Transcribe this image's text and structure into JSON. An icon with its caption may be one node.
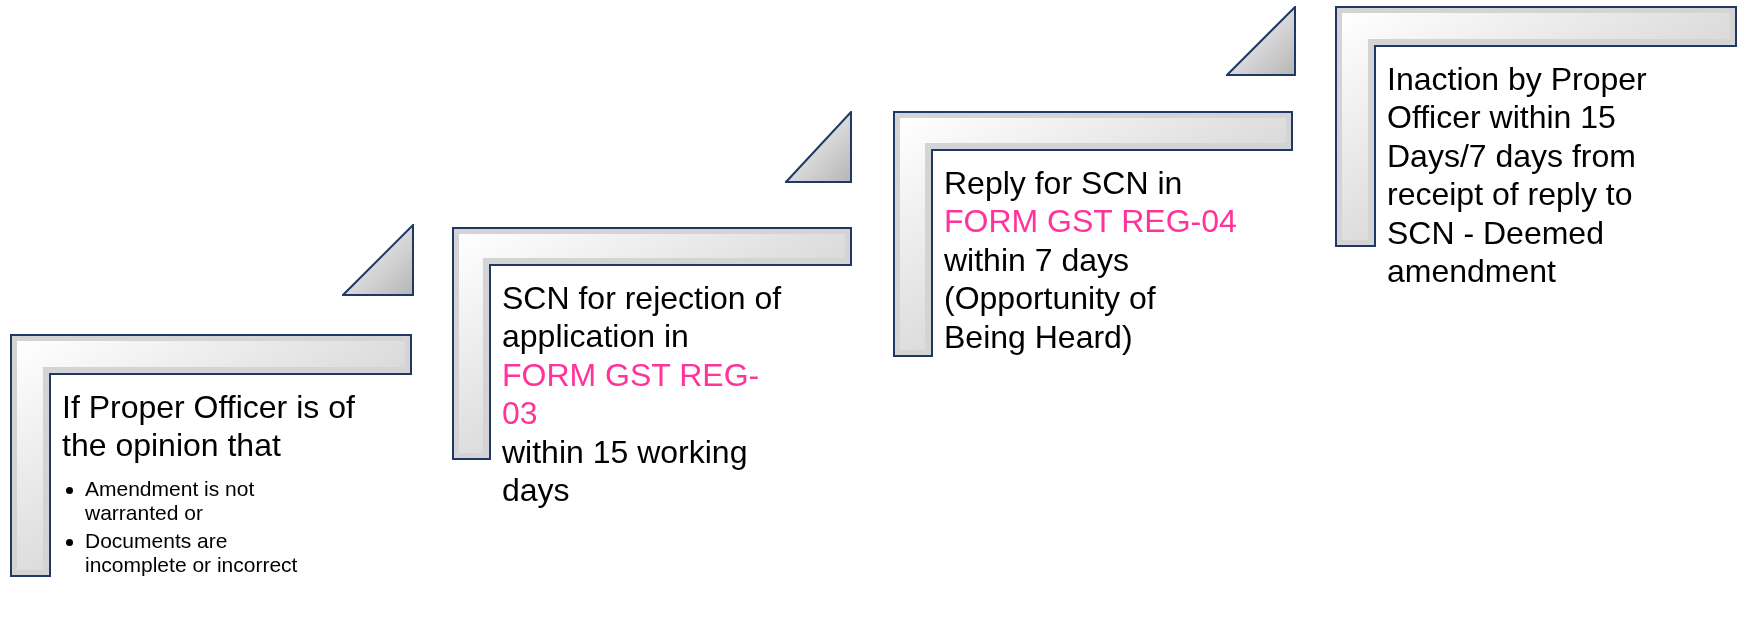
{
  "diagram": {
    "nodes": [
      {
        "text": [
          "If Proper Officer is of the opinion that",
          "Amendment is not warranted or",
          "Documents are incomplete or incorrect"
        ]
      },
      {
        "text": [],
        "shape": "triangle"
      },
      {
        "text": [
          "SCN for rejection of application in",
          "FORM GST REG-03",
          "within 15 working days"
        ]
      },
      {
        "text": [],
        "shape": "triangle"
      },
      {
        "text": [
          "Reply for SCN in",
          "FORM GST REG-04",
          "within 7 days (Opportunity of Being Heard)"
        ]
      },
      {
        "text": [],
        "shape": "triangle"
      },
      {
        "text": [
          "Inaction by Proper Officer within 15 Days/7 days from receipt of reply to SCN - Deemed amendment"
        ]
      }
    ]
  }
}
